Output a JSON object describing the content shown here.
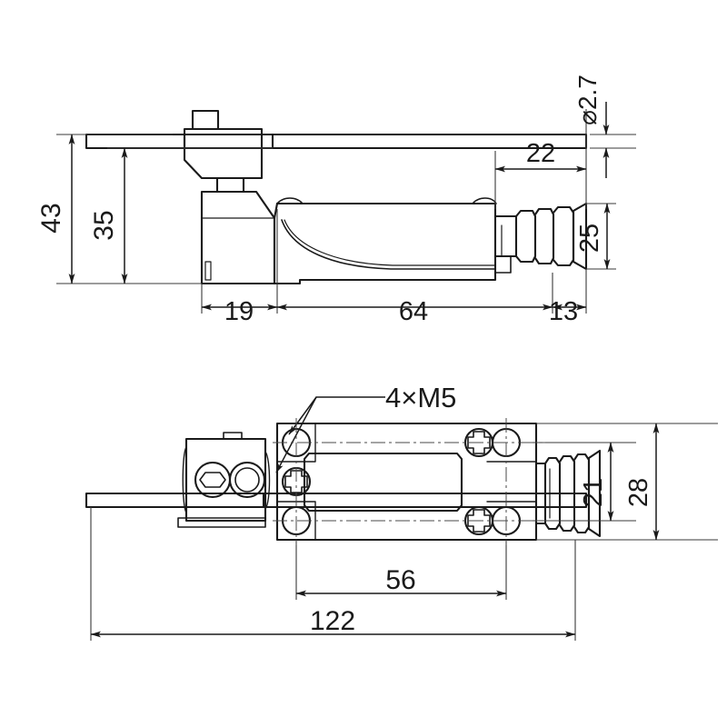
{
  "drawing": {
    "type": "engineering-dimensional-drawing",
    "subject": "Limit switch with rod lever actuator",
    "units": "mm",
    "line_color": "#1a1a1a",
    "thin_line_color": "#5a5a5a",
    "background": "#ffffff",
    "views": [
      {
        "id": "side-elevation",
        "name": "Side elevation view"
      },
      {
        "id": "plan-view",
        "name": "Plan / bottom view"
      }
    ]
  },
  "dimensions": {
    "rod_diameter": "⌀2.7",
    "overall_height": "43",
    "rod_height": "35",
    "gland_offset": "22",
    "body_height": "25",
    "head_width": "19",
    "body_length": "64",
    "gland_length": "13",
    "thread_note": "4×M5",
    "hole_span_vertical": "21",
    "body_width": "28",
    "hole_span_horizontal": "56",
    "overall_length": "122"
  }
}
